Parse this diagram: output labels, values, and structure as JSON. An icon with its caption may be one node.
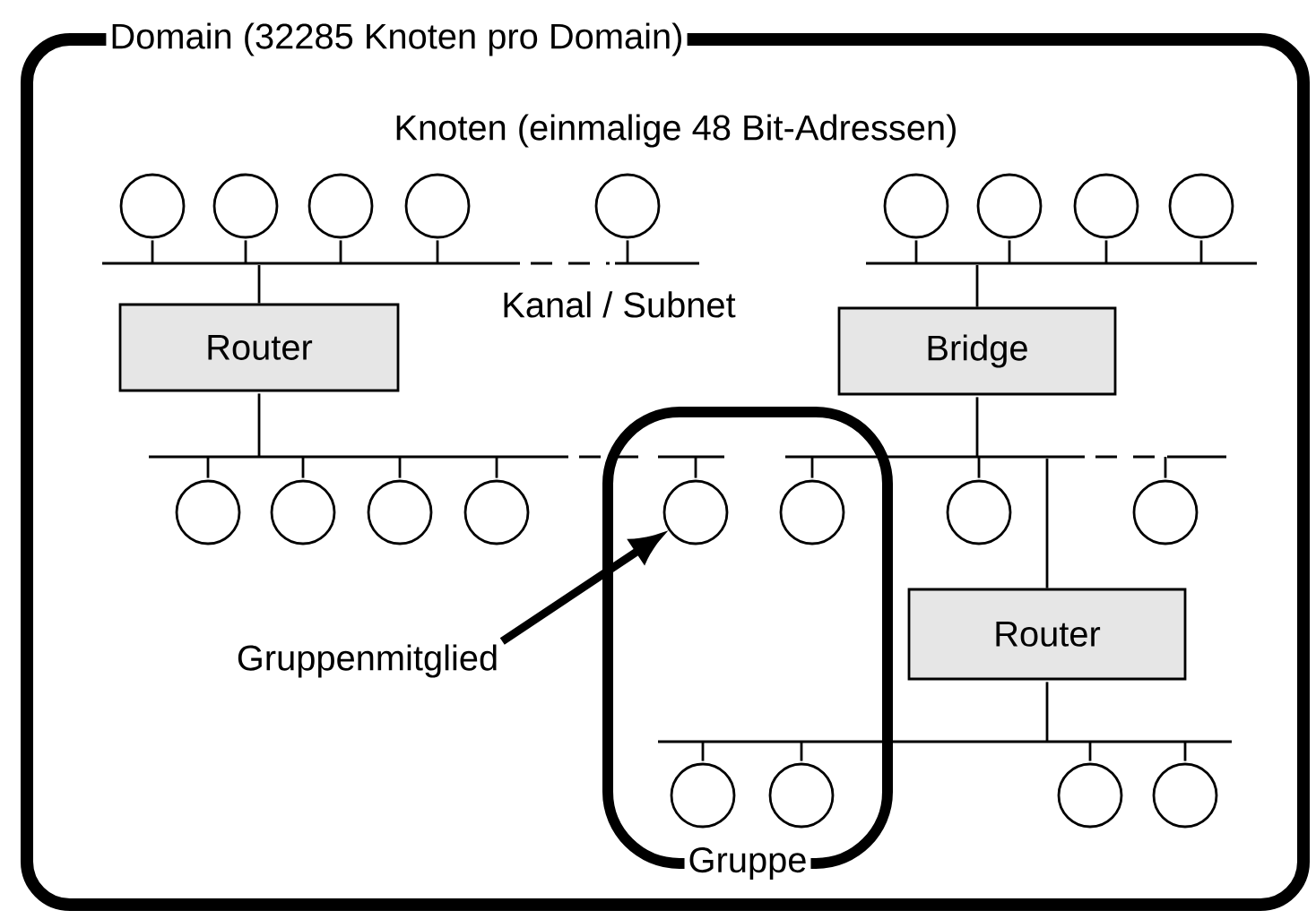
{
  "diagram": {
    "nodes": [
      {
        "text": [
          "Domain (32285 Knoten pro Domain)"
        ]
      },
      {
        "text": [
          "Gruppe"
        ],
        "in": 0
      },
      {
        "text": [
          "Router"
        ],
        "in": 0
      },
      {
        "text": [
          "Bridge"
        ],
        "in": 0
      },
      {
        "text": [
          "Router"
        ],
        "in": 0
      },
      {
        "text": [
          "Gruppenmitglied"
        ],
        "in": 0
      },
      {
        "text": [],
        "shape": "bar",
        "in": 0
      },
      {
        "text": [],
        "shape": "bar",
        "in": 0
      },
      {
        "text": [],
        "shape": "bar",
        "in": 0
      },
      {
        "text": [],
        "shape": "bar",
        "in": 0
      },
      {
        "text": [],
        "shape": "bar",
        "in": 0
      },
      {
        "text": [],
        "shape": "circle",
        "in": 0
      },
      {
        "text": [],
        "shape": "circle",
        "in": 0
      },
      {
        "text": [],
        "shape": "circle",
        "in": 0
      },
      {
        "text": [],
        "shape": "circle",
        "in": 0
      },
      {
        "text": [],
        "shape": "circle",
        "in": 0
      },
      {
        "text": [],
        "shape": "circle",
        "in": 0
      },
      {
        "text": [],
        "shape": "circle",
        "in": 0
      },
      {
        "text": [],
        "shape": "circle",
        "in": 0
      },
      {
        "text": [],
        "shape": "circle",
        "in": 0
      },
      {
        "text": [],
        "shape": "circle",
        "in": 0
      },
      {
        "text": [],
        "shape": "circle",
        "in": 0
      },
      {
        "text": [],
        "shape": "circle",
        "in": 0
      },
      {
        "text": [],
        "shape": "circle",
        "in": 0
      },
      {
        "text": [],
        "shape": "circle",
        "in": 1
      },
      {
        "text": [],
        "shape": "circle",
        "in": 1
      },
      {
        "text": [],
        "shape": "circle",
        "in": 0
      },
      {
        "text": [],
        "shape": "circle",
        "in": 0
      },
      {
        "text": [],
        "shape": "circle",
        "in": 1
      },
      {
        "text": [],
        "shape": "circle",
        "in": 1
      },
      {
        "text": [],
        "shape": "circle",
        "in": 0
      },
      {
        "text": [],
        "shape": "circle",
        "in": 0
      }
    ],
    "edges": [
      {
        "from": 11,
        "to": 6,
        "arrow": "none"
      },
      {
        "from": 12,
        "to": 6,
        "arrow": "none"
      },
      {
        "from": 13,
        "to": 6,
        "arrow": "none"
      },
      {
        "from": 14,
        "to": 6,
        "arrow": "none"
      },
      {
        "from": 15,
        "to": 6,
        "arrow": "none"
      },
      {
        "from": 16,
        "to": 7,
        "arrow": "none"
      },
      {
        "from": 17,
        "to": 7,
        "arrow": "none"
      },
      {
        "from": 18,
        "to": 7,
        "arrow": "none"
      },
      {
        "from": 19,
        "to": 7,
        "arrow": "none"
      },
      {
        "from": 20,
        "to": 8,
        "arrow": "none"
      },
      {
        "from": 21,
        "to": 8,
        "arrow": "none"
      },
      {
        "from": 22,
        "to": 8,
        "arrow": "none"
      },
      {
        "from": 23,
        "to": 8,
        "arrow": "none"
      },
      {
        "from": 24,
        "to": 8,
        "arrow": "none"
      },
      {
        "from": 25,
        "to": 9,
        "arrow": "none"
      },
      {
        "from": 26,
        "to": 9,
        "arrow": "none"
      },
      {
        "from": 27,
        "to": 9,
        "arrow": "none"
      },
      {
        "from": 28,
        "to": 10,
        "arrow": "none"
      },
      {
        "from": 29,
        "to": 10,
        "arrow": "none"
      },
      {
        "from": 30,
        "to": 10,
        "arrow": "none"
      },
      {
        "from": 31,
        "to": 10,
        "arrow": "none"
      },
      {
        "from": 6,
        "to": 2,
        "arrow": "none"
      },
      {
        "from": 2,
        "to": 8,
        "arrow": "none"
      },
      {
        "from": 7,
        "to": 3,
        "arrow": "none"
      },
      {
        "from": 3,
        "to": 9,
        "arrow": "none"
      },
      {
        "from": 9,
        "to": 4,
        "arrow": "none"
      },
      {
        "from": 4,
        "to": 10,
        "arrow": "none"
      },
      {
        "from": 5,
        "to": 24,
        "arrow": "to",
        "style": "thick"
      }
    ],
    "labels": [
      "Knoten (einmalige 48 Bit-Adressen)",
      "Kanal / Subnet"
    ]
  }
}
